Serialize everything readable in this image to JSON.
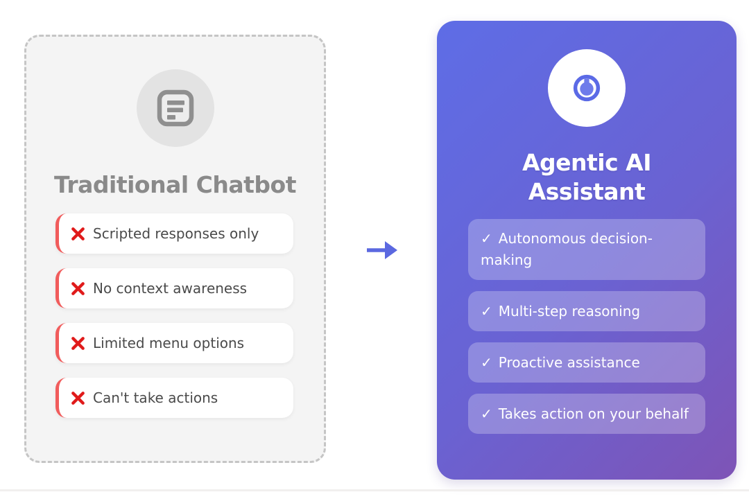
{
  "left_card": {
    "icon": "document-list-icon",
    "title": "Traditional Chatbot",
    "items": [
      {
        "mark_icon": "x-icon",
        "label": "Scripted responses only"
      },
      {
        "mark_icon": "x-icon",
        "label": "No context awareness"
      },
      {
        "mark_icon": "x-icon",
        "label": "Limited menu options"
      },
      {
        "mark_icon": "x-icon",
        "label": "Can't take actions"
      }
    ],
    "colors": {
      "background": "#f4f4f4",
      "border": "#c5c5c5",
      "title": "#8a8a8a",
      "item_accent": "#f15c5c",
      "x_mark": "#e01a1a",
      "item_text": "#4a4a4a"
    }
  },
  "arrow": {
    "icon": "right-arrow-icon",
    "color": "#5b68e0"
  },
  "right_card": {
    "icon": "target-icon",
    "title_lines": [
      "Agentic AI",
      "Assistant"
    ],
    "items": [
      {
        "mark": "✓",
        "label": "Autonomous decision-making"
      },
      {
        "mark": "✓",
        "label": "Multi-step reasoning"
      },
      {
        "mark": "✓",
        "label": "Proactive assistance"
      },
      {
        "mark": "✓",
        "label": "Takes action on your behalf"
      }
    ],
    "colors": {
      "gradient_start": "#5e6de6",
      "gradient_end": "#7e54b6",
      "item_background": "rgba(255,255,255,0.25)",
      "text": "#ffffff",
      "icon_blue": "#5b6ae6"
    }
  }
}
